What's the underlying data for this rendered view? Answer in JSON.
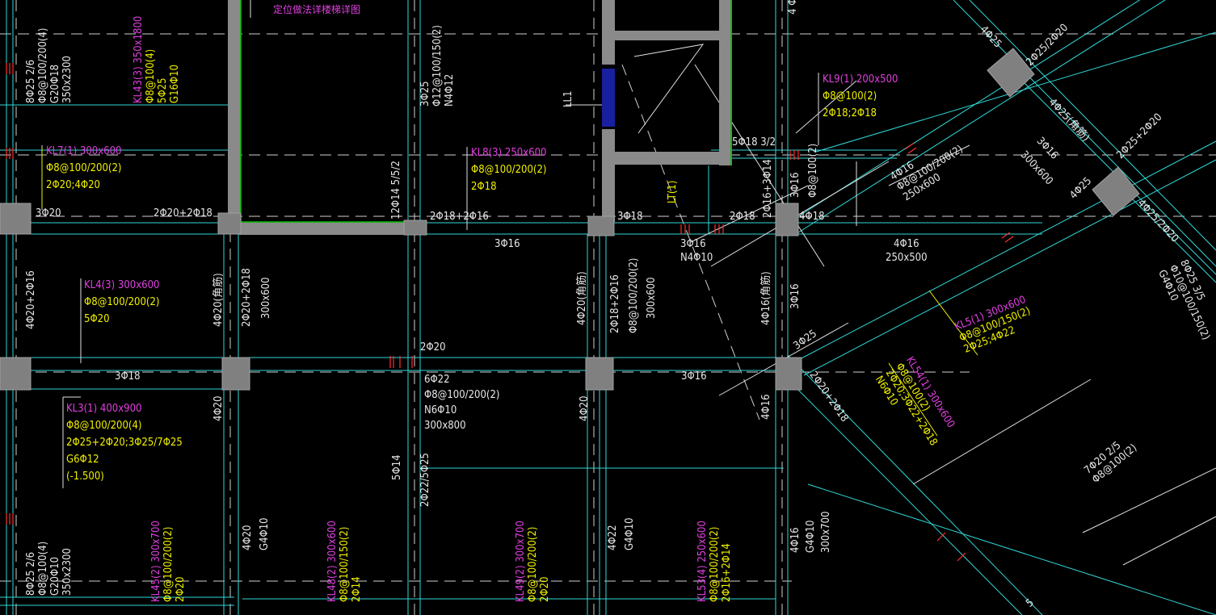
{
  "colors": {
    "background": "#000000",
    "axis_cyan": "#00d8d8",
    "beam_cyan": "#40e0e0",
    "column_gray": "#808080",
    "wall_gray": "#909090",
    "label_white": "#e8e8e8",
    "label_yellow": "#f0f000",
    "label_magenta": "#e040e0",
    "rebar_red": "#ff3030",
    "wall_edge_green": "#00c000",
    "blue_opening": "#2020c0"
  },
  "labels": {
    "top_note": "定位做法详楼梯详图",
    "top_right": "4 Φ",
    "col_left_top": [
      "8Φ25 2/6",
      "Φ8@100/200(4)",
      "G20Φ18",
      "350x2300"
    ],
    "kl43": [
      "KL43(3) 350x1800",
      "Φ8@100(4)",
      "5Φ25",
      "G16Φ10"
    ],
    "kl7": [
      "KL7(1) 300x600",
      "Φ8@100/200(2)",
      "2Φ20;4Φ20"
    ],
    "beam_3025": [
      "3Φ25",
      "Φ12@100/150(2)",
      "N4Φ12"
    ],
    "ll1": "LL1",
    "kl8": [
      "KL8(3) 250x600",
      "Φ8@100/200(2)",
      "2Φ18"
    ],
    "v_12b14": "12Φ14 5/5/2",
    "kl9": [
      "KL9(1) 200x500",
      "Φ8@100(2)",
      "2Φ18;2Φ18"
    ],
    "r_5018": "5Φ18 3/2",
    "r_2016_3014": "2Φ16+3Φ14",
    "r_3016_2": "3Φ16",
    "r_8100_2": "Φ8@100(2)",
    "lt1": "LT(1)",
    "r_3020_left": "3Φ20",
    "r_2020_2018": "2Φ20+2Φ18",
    "r_2018_2016": "2Φ18+2Φ16",
    "r_3018": "3Φ18",
    "r_2018_mid": "2Φ18",
    "r_4018": "4Φ18",
    "r_3016_a": "3Φ16",
    "r_3016_b": [
      "3Φ16",
      "N4Φ10"
    ],
    "r_4016": [
      "4Φ16",
      "250x500"
    ],
    "beam_diag_1": [
      "4Φ16",
      "Φ8@100/200(2)",
      "250x600"
    ],
    "d_4025": "4Φ25",
    "d_2025_2020": "2Φ25/2Φ20",
    "d_4025_corner": "4Φ25(角筋)",
    "d_3016": "3Φ16",
    "d_300x600": "300x600",
    "d_2025_2020b": "2Φ25+2Φ20",
    "d_4025b": "4Φ25",
    "d_4025_2020": "4Φ25/2Φ20",
    "kl4": [
      "KL4(3) 300x600",
      "Φ8@100/200(2)",
      "5Φ20"
    ],
    "v_4020_2016": "4Φ20+2Φ16",
    "v_4020_jiao": "4Φ20(角筋)",
    "v_2020_2018": "2Φ20+2Φ18",
    "v_300x600a": "300x600",
    "v_4020_jiao2": "4Φ20(角筋)",
    "v_2018_2016": "2Φ18+2Φ16",
    "v_8100_200": "Φ8@100/200(2)",
    "v_300x600b": "300x600",
    "v_4016_jiao": "4Φ16(角筋)",
    "v_3016_c": "3Φ16",
    "kl5": [
      "KL5(1) 300x600",
      "Φ8@100/150(2)",
      "2Φ25;4Φ22"
    ],
    "d_right_col": [
      "8Φ25 3/5",
      "Φ10@100/150(2)",
      "G4Φ10"
    ],
    "r_3025": "3Φ25",
    "r_2020_mid": "2Φ20",
    "r_3018_b": "3Φ18",
    "beam_6022": [
      "6Φ22",
      "Φ8@100/200(2)",
      "N6Φ10",
      "300x800"
    ],
    "r_3016_d": "3Φ16",
    "kl3": [
      "KL3(1) 400x900",
      "Φ8@100/200(4)",
      "2Φ25+2Φ20;3Φ25/7Φ25",
      "G6Φ12",
      "(-1.500)"
    ],
    "v_4020_b": "4Φ20",
    "v_4020_c": "4Φ20",
    "v_4016_b": "4Φ16",
    "d_2020_2018": "2Φ20+2Φ18",
    "kl54": [
      "KL54(1) 300x600",
      "Φ8@100(2)",
      "2Φ20;3Φ22+2Φ18",
      "N6Φ10"
    ],
    "d_7020": [
      "7Φ20 2/5",
      "Φ8@100(2)"
    ],
    "v_5014": "5Φ14",
    "v_2022_5025": "2Φ22/5Φ25",
    "col_left_bot": [
      "8Φ25 2/6",
      "Φ8@100(4)",
      "G20Φ10",
      "350x2300"
    ],
    "kl45": [
      "KL45(2) 300x700",
      "Φ8@100/200(2)",
      "2Φ20"
    ],
    "v_4020_d": [
      "4Φ20",
      "G4Φ10"
    ],
    "kl48": [
      "KL48(2) 300x600",
      "Φ8@100/150(2)",
      "2Φ14"
    ],
    "kl49": [
      "KL49(2) 300x700",
      "Φ8@100/200(2)",
      "2Φ20"
    ],
    "v_4022": [
      "4Φ22",
      "G4Φ10"
    ],
    "kl53": [
      "KL53(4) 250x600",
      "Φ8@100/200(2)",
      "2Φ16+2Φ14"
    ],
    "v_4016_c": [
      "4Φ16",
      "G4Φ10",
      "300x700"
    ],
    "bottom_right": "5"
  }
}
